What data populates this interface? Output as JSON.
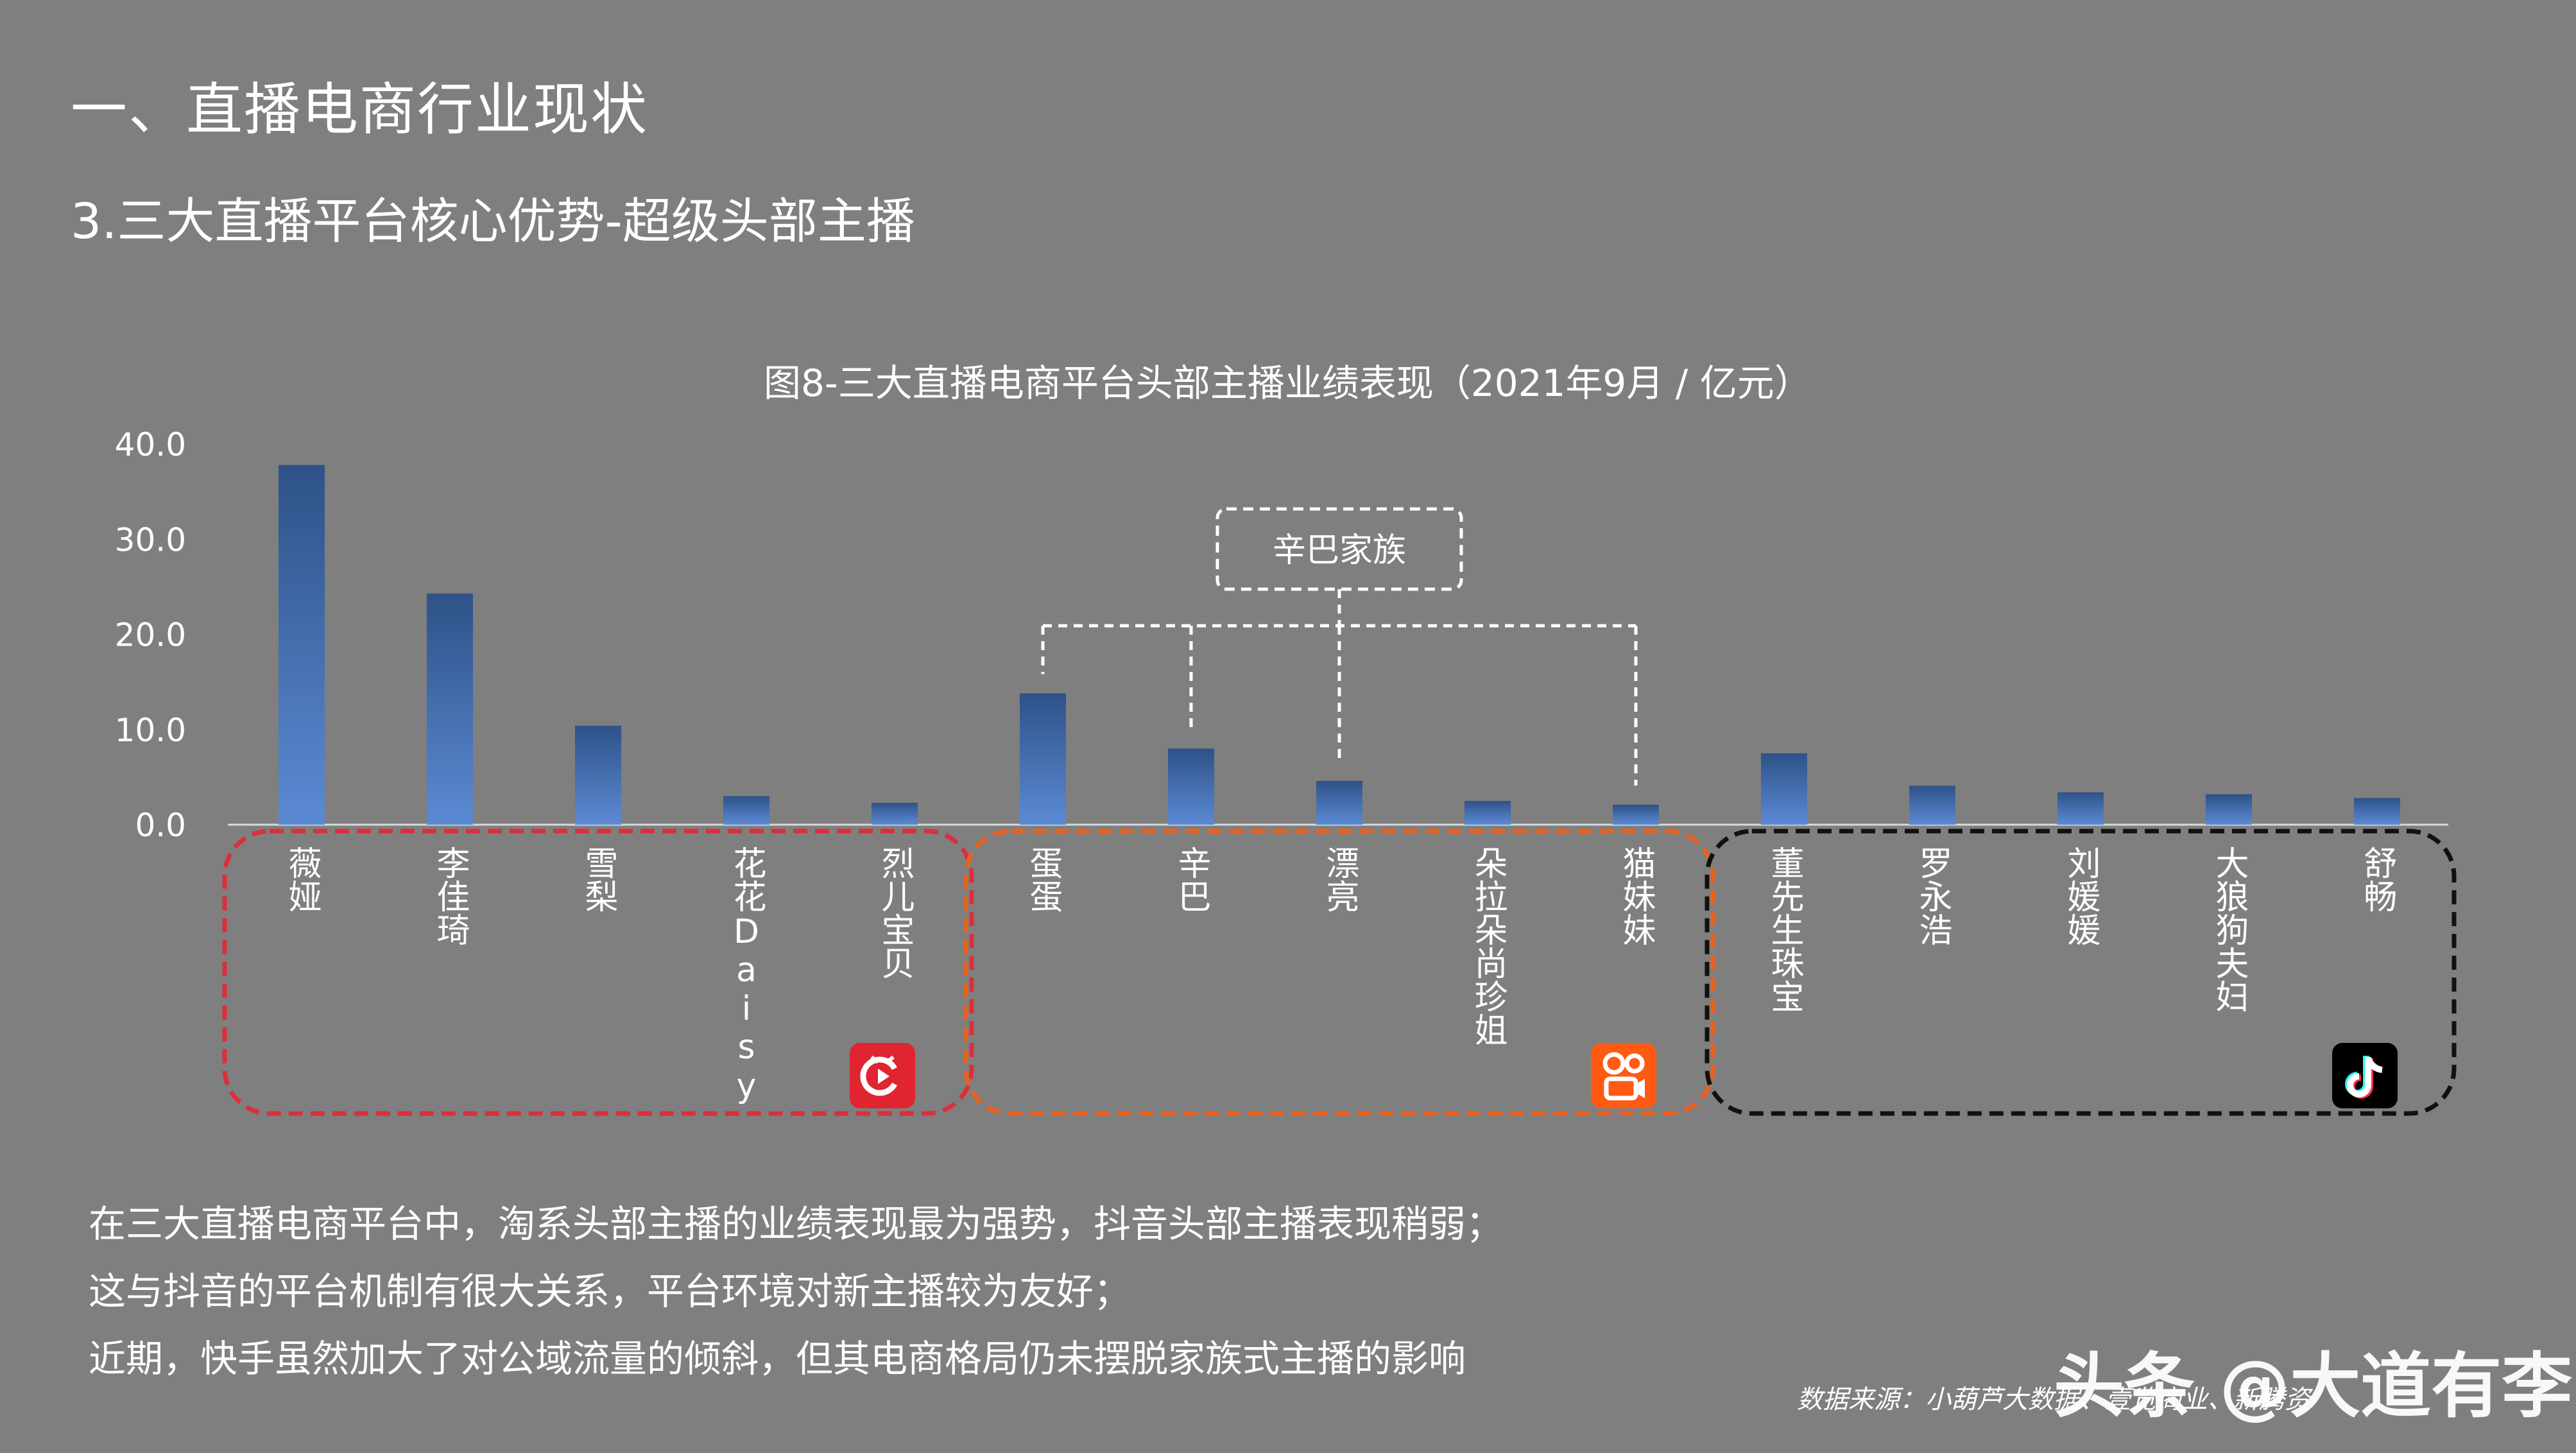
{
  "heading": "一、直播电商行业现状",
  "subheading": "3.三大直播平台核心优势-超级头部主播",
  "chart_title": "图8-三大直播电商平台头部主播业绩表现（2021年9月 / 亿元）",
  "annotation": {
    "label": "辛巴家族",
    "members": [
      "蛋蛋",
      "辛巴",
      "漂亮",
      "猫妹妹"
    ]
  },
  "platform_icons": [
    {
      "name": "taobao-live-icon",
      "group": "淘宝",
      "color": "#e02430"
    },
    {
      "name": "kuaishou-icon",
      "group": "快手",
      "color": "#ff5a14"
    },
    {
      "name": "douyin-icon",
      "group": "抖音",
      "color": "#000000"
    }
  ],
  "group_colors": [
    "#d9303b",
    "#e8621f",
    "#111111"
  ],
  "chart_data": {
    "type": "bar",
    "categories": [
      "薇娅",
      "李佳琦",
      "雪梨",
      "花花Daisy",
      "烈儿宝贝",
      "蛋蛋",
      "辛巴",
      "漂亮",
      "朵拉朵尚珍姐",
      "猫妹妹",
      "董先生珠宝",
      "罗永浩",
      "刘媛媛",
      "大狼狗夫妇",
      "舒畅"
    ],
    "values": [
      37.8,
      24.3,
      10.4,
      3.0,
      2.3,
      13.8,
      8.0,
      4.6,
      2.5,
      2.1,
      7.5,
      4.1,
      3.4,
      3.2,
      2.8
    ],
    "groups": [
      0,
      0,
      0,
      0,
      0,
      1,
      1,
      1,
      1,
      1,
      2,
      2,
      2,
      2,
      2
    ],
    "ylim": [
      0,
      40
    ],
    "yticks": [
      "0.0",
      "10.0",
      "20.0",
      "30.0",
      "40.0"
    ],
    "title": "图8-三大直播电商平台头部主播业绩表现（2021年9月 / 亿元）",
    "xlabel": "",
    "ylabel": "",
    "grid": false,
    "bar_color_top": "#2e5288",
    "bar_color_bottom": "#5b8ad4"
  },
  "body_lines": [
    "在三大直播电商平台中，淘系头部主播的业绩表现最为强势，抖音头部主播表现稍弱；",
    "这与抖音的平台机制有很大关系，平台环境对新主播较为友好；",
    "近期，快手虽然加大了对公域流量的倾斜，但其电商格局仍未摆脱家族式主播的影响"
  ],
  "source": "数据来源：小葫芦大数据、壹览商业、新腾资",
  "watermark": "头条 @大道有李"
}
